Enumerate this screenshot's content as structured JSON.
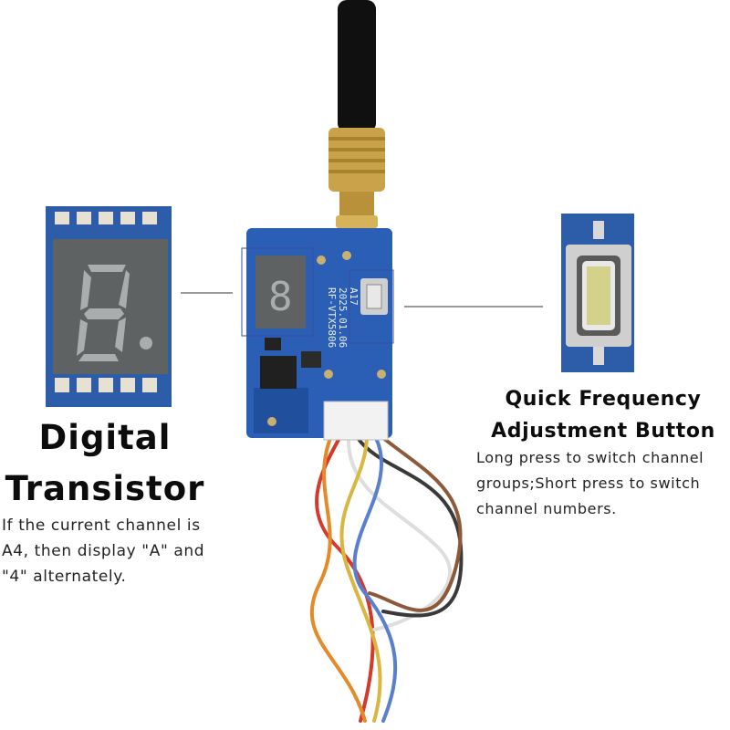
{
  "left_callout": {
    "title_line1": "Digital",
    "title_line2": "Transistor",
    "description": "If the current channel is A4, then display \"A\" and \"4\" alternately."
  },
  "right_callout": {
    "title_line1": "Quick Frequency",
    "title_line2": "Adjustment Button",
    "description": "Long press to switch channel groups;Short press to switch channel numbers."
  },
  "pcb_silkscreen": {
    "line1": "RF-VTX5806",
    "line2": "2025.01.06",
    "line3": "A17"
  },
  "colors": {
    "pcb_blue": "#2a5fb5",
    "antenna_black": "#101010",
    "connector_gold": "#c9a24a",
    "display_gray": "#5e6262",
    "segment_gray": "#a9adad"
  }
}
